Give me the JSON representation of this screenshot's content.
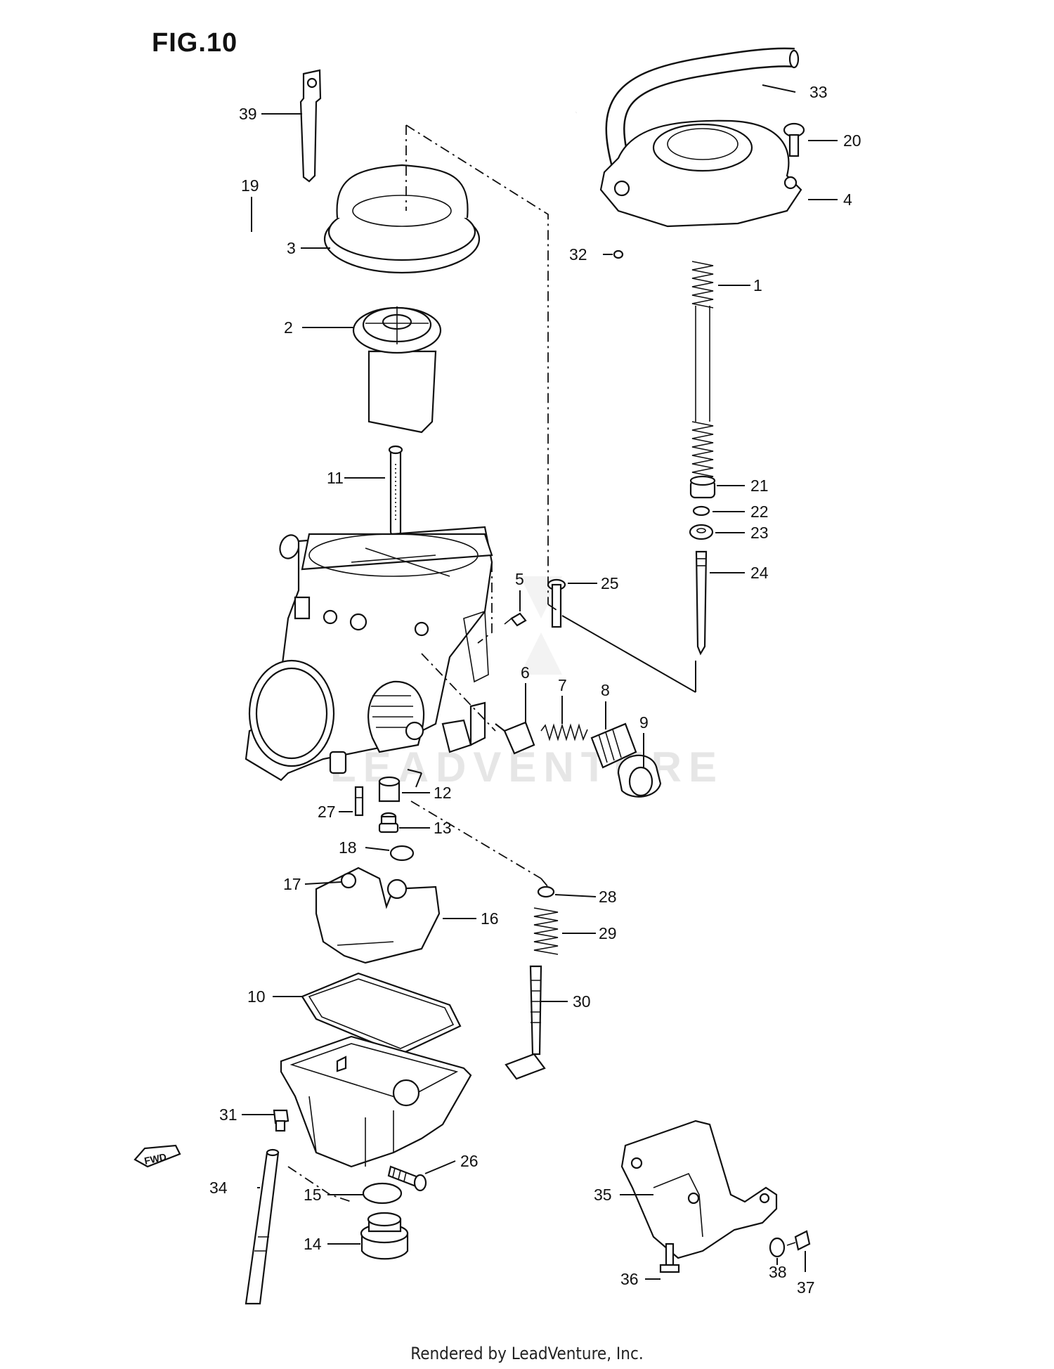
{
  "figure": {
    "title": "FIG.10",
    "footer": "Rendered by LeadVenture, Inc.",
    "watermark": "LEADVENTURE",
    "direction_arrow": "FWD"
  },
  "callouts": {
    "c1": "1",
    "c2": "2",
    "c3": "3",
    "c4": "4",
    "c5": "5",
    "c6": "6",
    "c7": "7",
    "c8": "8",
    "c9": "9",
    "c10": "10",
    "c11": "11",
    "c12": "12",
    "c13": "13",
    "c14": "14",
    "c15": "15",
    "c16": "16",
    "c17": "17",
    "c18": "18",
    "c19": "19",
    "c20": "20",
    "c21": "21",
    "c22": "22",
    "c23": "23",
    "c24": "24",
    "c25": "25",
    "c26": "26",
    "c27": "27",
    "c28": "28",
    "c29": "29",
    "c30": "30",
    "c31": "31",
    "c32": "32",
    "c33": "33",
    "c34": "34",
    "c35": "35",
    "c36": "36",
    "c37": "37",
    "c38": "38",
    "c39": "39"
  },
  "colors": {
    "line": "#111111",
    "background": "#ffffff",
    "watermark": "#e6e6e6"
  }
}
